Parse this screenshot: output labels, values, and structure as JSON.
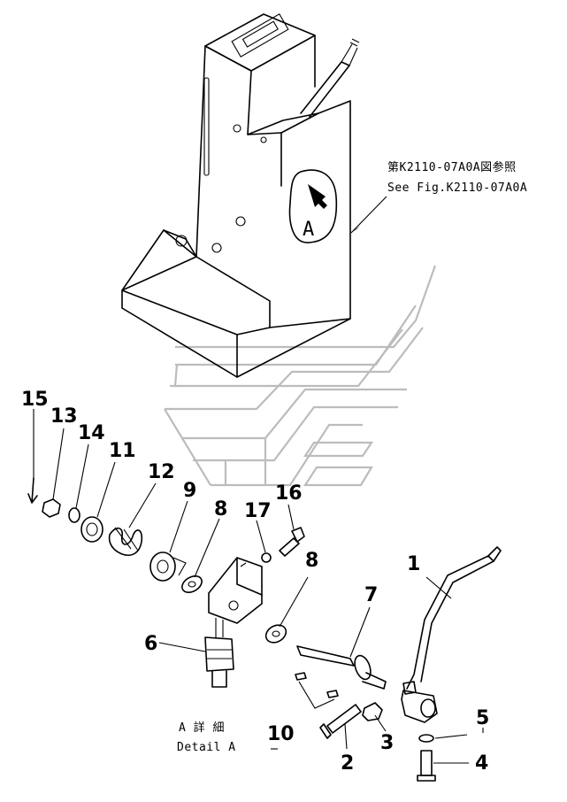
{
  "figure": {
    "reference_note_jp": "第K2110-07A0A図参照",
    "reference_note_en": "See Fig.K2110-07A0A",
    "detail_tag": "A",
    "detail_caption_jp": "A 詳 細",
    "detail_caption_en": "Detail A"
  },
  "part_numbers": {
    "p1": "1",
    "p2": "2",
    "p3": "3",
    "p4": "4",
    "p5": "5",
    "p6": "6",
    "p7": "7",
    "p8a": "8",
    "p8b": "8",
    "p9": "9",
    "p10": "10",
    "p11": "11",
    "p12": "12",
    "p13": "13",
    "p14": "14",
    "p15": "15",
    "p16": "16",
    "p17": "17"
  }
}
